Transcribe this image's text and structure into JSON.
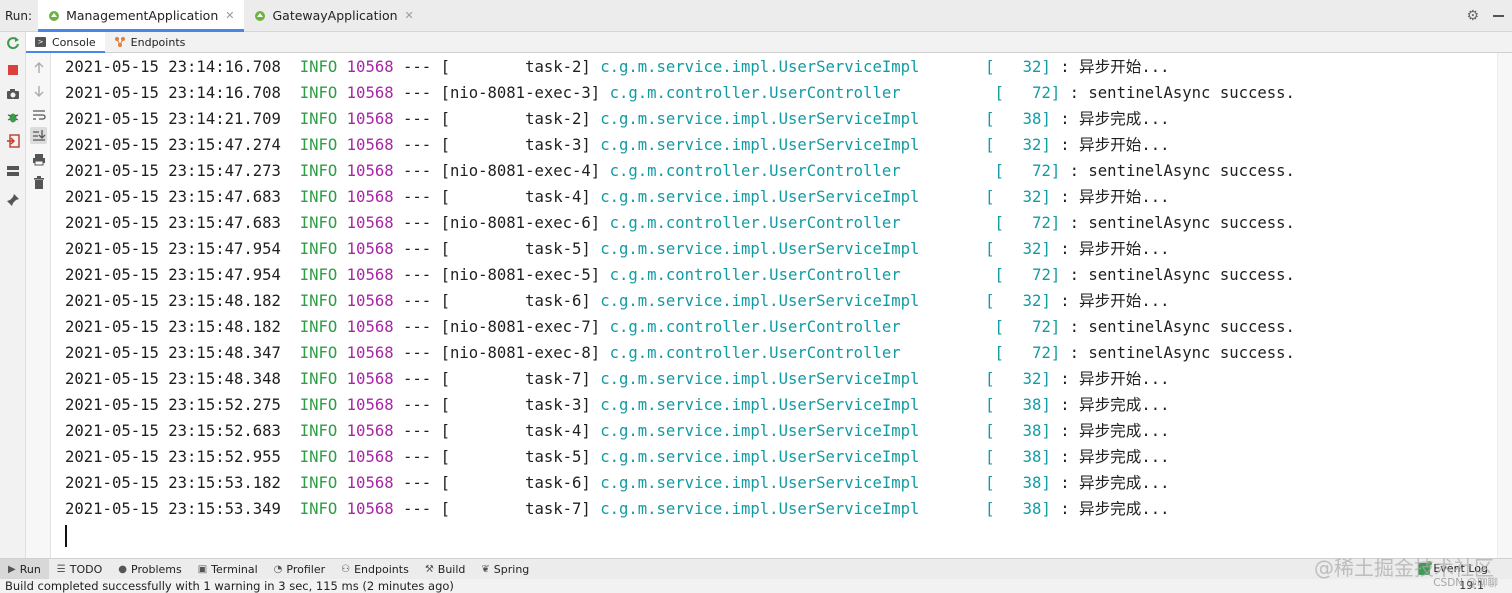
{
  "run_panel": {
    "label": "Run:",
    "tabs": [
      {
        "label": "ManagementApplication",
        "active": true
      },
      {
        "label": "GatewayApplication",
        "active": false
      }
    ]
  },
  "sub_tabs": [
    {
      "label": "Console",
      "active": true
    },
    {
      "label": "Endpoints",
      "active": false
    }
  ],
  "icons": {
    "left_toolbar": [
      "rerun-icon",
      "stop-icon",
      "camera-icon",
      "debug-icon",
      "exit-icon",
      "layout-icon",
      "pin-icon"
    ],
    "console_toolbar": [
      "up-arrow-icon",
      "down-arrow-icon",
      "soft-wrap-icon",
      "scroll-to-end-icon",
      "print-icon",
      "trash-icon"
    ],
    "top_right": [
      "gear-icon",
      "minimize-icon"
    ]
  },
  "colors": {
    "level": "#2e9e46",
    "pid": "#a626a4",
    "logger": "#139ba3",
    "accent": "#4a86e8"
  },
  "log_lines": [
    {
      "ts": "2021-05-15 23:14:16.708",
      "level": "INFO",
      "pid": "10568",
      "thread": "[        task-2]",
      "logger": "c.g.m.service.impl.UserServiceImpl",
      "line": "[   32]",
      "msg": ": 异步开始..."
    },
    {
      "ts": "2021-05-15 23:14:16.708",
      "level": "INFO",
      "pid": "10568",
      "thread": "[nio-8081-exec-3]",
      "logger": "c.g.m.controller.UserController",
      "line": "[   72]",
      "msg": ": sentinelAsync success."
    },
    {
      "ts": "2021-05-15 23:14:21.709",
      "level": "INFO",
      "pid": "10568",
      "thread": "[        task-2]",
      "logger": "c.g.m.service.impl.UserServiceImpl",
      "line": "[   38]",
      "msg": ": 异步完成..."
    },
    {
      "ts": "2021-05-15 23:15:47.274",
      "level": "INFO",
      "pid": "10568",
      "thread": "[        task-3]",
      "logger": "c.g.m.service.impl.UserServiceImpl",
      "line": "[   32]",
      "msg": ": 异步开始..."
    },
    {
      "ts": "2021-05-15 23:15:47.273",
      "level": "INFO",
      "pid": "10568",
      "thread": "[nio-8081-exec-4]",
      "logger": "c.g.m.controller.UserController",
      "line": "[   72]",
      "msg": ": sentinelAsync success."
    },
    {
      "ts": "2021-05-15 23:15:47.683",
      "level": "INFO",
      "pid": "10568",
      "thread": "[        task-4]",
      "logger": "c.g.m.service.impl.UserServiceImpl",
      "line": "[   32]",
      "msg": ": 异步开始..."
    },
    {
      "ts": "2021-05-15 23:15:47.683",
      "level": "INFO",
      "pid": "10568",
      "thread": "[nio-8081-exec-6]",
      "logger": "c.g.m.controller.UserController",
      "line": "[   72]",
      "msg": ": sentinelAsync success."
    },
    {
      "ts": "2021-05-15 23:15:47.954",
      "level": "INFO",
      "pid": "10568",
      "thread": "[        task-5]",
      "logger": "c.g.m.service.impl.UserServiceImpl",
      "line": "[   32]",
      "msg": ": 异步开始..."
    },
    {
      "ts": "2021-05-15 23:15:47.954",
      "level": "INFO",
      "pid": "10568",
      "thread": "[nio-8081-exec-5]",
      "logger": "c.g.m.controller.UserController",
      "line": "[   72]",
      "msg": ": sentinelAsync success."
    },
    {
      "ts": "2021-05-15 23:15:48.182",
      "level": "INFO",
      "pid": "10568",
      "thread": "[        task-6]",
      "logger": "c.g.m.service.impl.UserServiceImpl",
      "line": "[   32]",
      "msg": ": 异步开始..."
    },
    {
      "ts": "2021-05-15 23:15:48.182",
      "level": "INFO",
      "pid": "10568",
      "thread": "[nio-8081-exec-7]",
      "logger": "c.g.m.controller.UserController",
      "line": "[   72]",
      "msg": ": sentinelAsync success."
    },
    {
      "ts": "2021-05-15 23:15:48.347",
      "level": "INFO",
      "pid": "10568",
      "thread": "[nio-8081-exec-8]",
      "logger": "c.g.m.controller.UserController",
      "line": "[   72]",
      "msg": ": sentinelAsync success."
    },
    {
      "ts": "2021-05-15 23:15:48.348",
      "level": "INFO",
      "pid": "10568",
      "thread": "[        task-7]",
      "logger": "c.g.m.service.impl.UserServiceImpl",
      "line": "[   32]",
      "msg": ": 异步开始..."
    },
    {
      "ts": "2021-05-15 23:15:52.275",
      "level": "INFO",
      "pid": "10568",
      "thread": "[        task-3]",
      "logger": "c.g.m.service.impl.UserServiceImpl",
      "line": "[   38]",
      "msg": ": 异步完成..."
    },
    {
      "ts": "2021-05-15 23:15:52.683",
      "level": "INFO",
      "pid": "10568",
      "thread": "[        task-4]",
      "logger": "c.g.m.service.impl.UserServiceImpl",
      "line": "[   38]",
      "msg": ": 异步完成..."
    },
    {
      "ts": "2021-05-15 23:15:52.955",
      "level": "INFO",
      "pid": "10568",
      "thread": "[        task-5]",
      "logger": "c.g.m.service.impl.UserServiceImpl",
      "line": "[   38]",
      "msg": ": 异步完成..."
    },
    {
      "ts": "2021-05-15 23:15:53.182",
      "level": "INFO",
      "pid": "10568",
      "thread": "[        task-6]",
      "logger": "c.g.m.service.impl.UserServiceImpl",
      "line": "[   38]",
      "msg": ": 异步完成..."
    },
    {
      "ts": "2021-05-15 23:15:53.349",
      "level": "INFO",
      "pid": "10568",
      "thread": "[        task-7]",
      "logger": "c.g.m.service.impl.UserServiceImpl",
      "line": "[   38]",
      "msg": ": 异步完成..."
    }
  ],
  "bottom_tabs": [
    {
      "label": "Run",
      "icon": "run-icon",
      "active": true
    },
    {
      "label": "TODO",
      "icon": "todo-icon",
      "active": false
    },
    {
      "label": "Problems",
      "icon": "problems-icon",
      "active": false
    },
    {
      "label": "Terminal",
      "icon": "terminal-icon",
      "active": false
    },
    {
      "label": "Profiler",
      "icon": "profiler-icon",
      "active": false
    },
    {
      "label": "Endpoints",
      "icon": "endpoints-icon",
      "active": false
    },
    {
      "label": "Build",
      "icon": "build-icon",
      "active": false
    },
    {
      "label": "Spring",
      "icon": "spring-icon",
      "active": false
    }
  ],
  "event_log": {
    "label": "Event Log"
  },
  "status": {
    "message": "Build completed successfully with 1 warning in 3 sec, 115 ms (2 minutes ago)",
    "caret_position": "19:1"
  },
  "watermark": {
    "main": "@稀土掘金技术社区",
    "sub": "CSDN @聊聊"
  }
}
